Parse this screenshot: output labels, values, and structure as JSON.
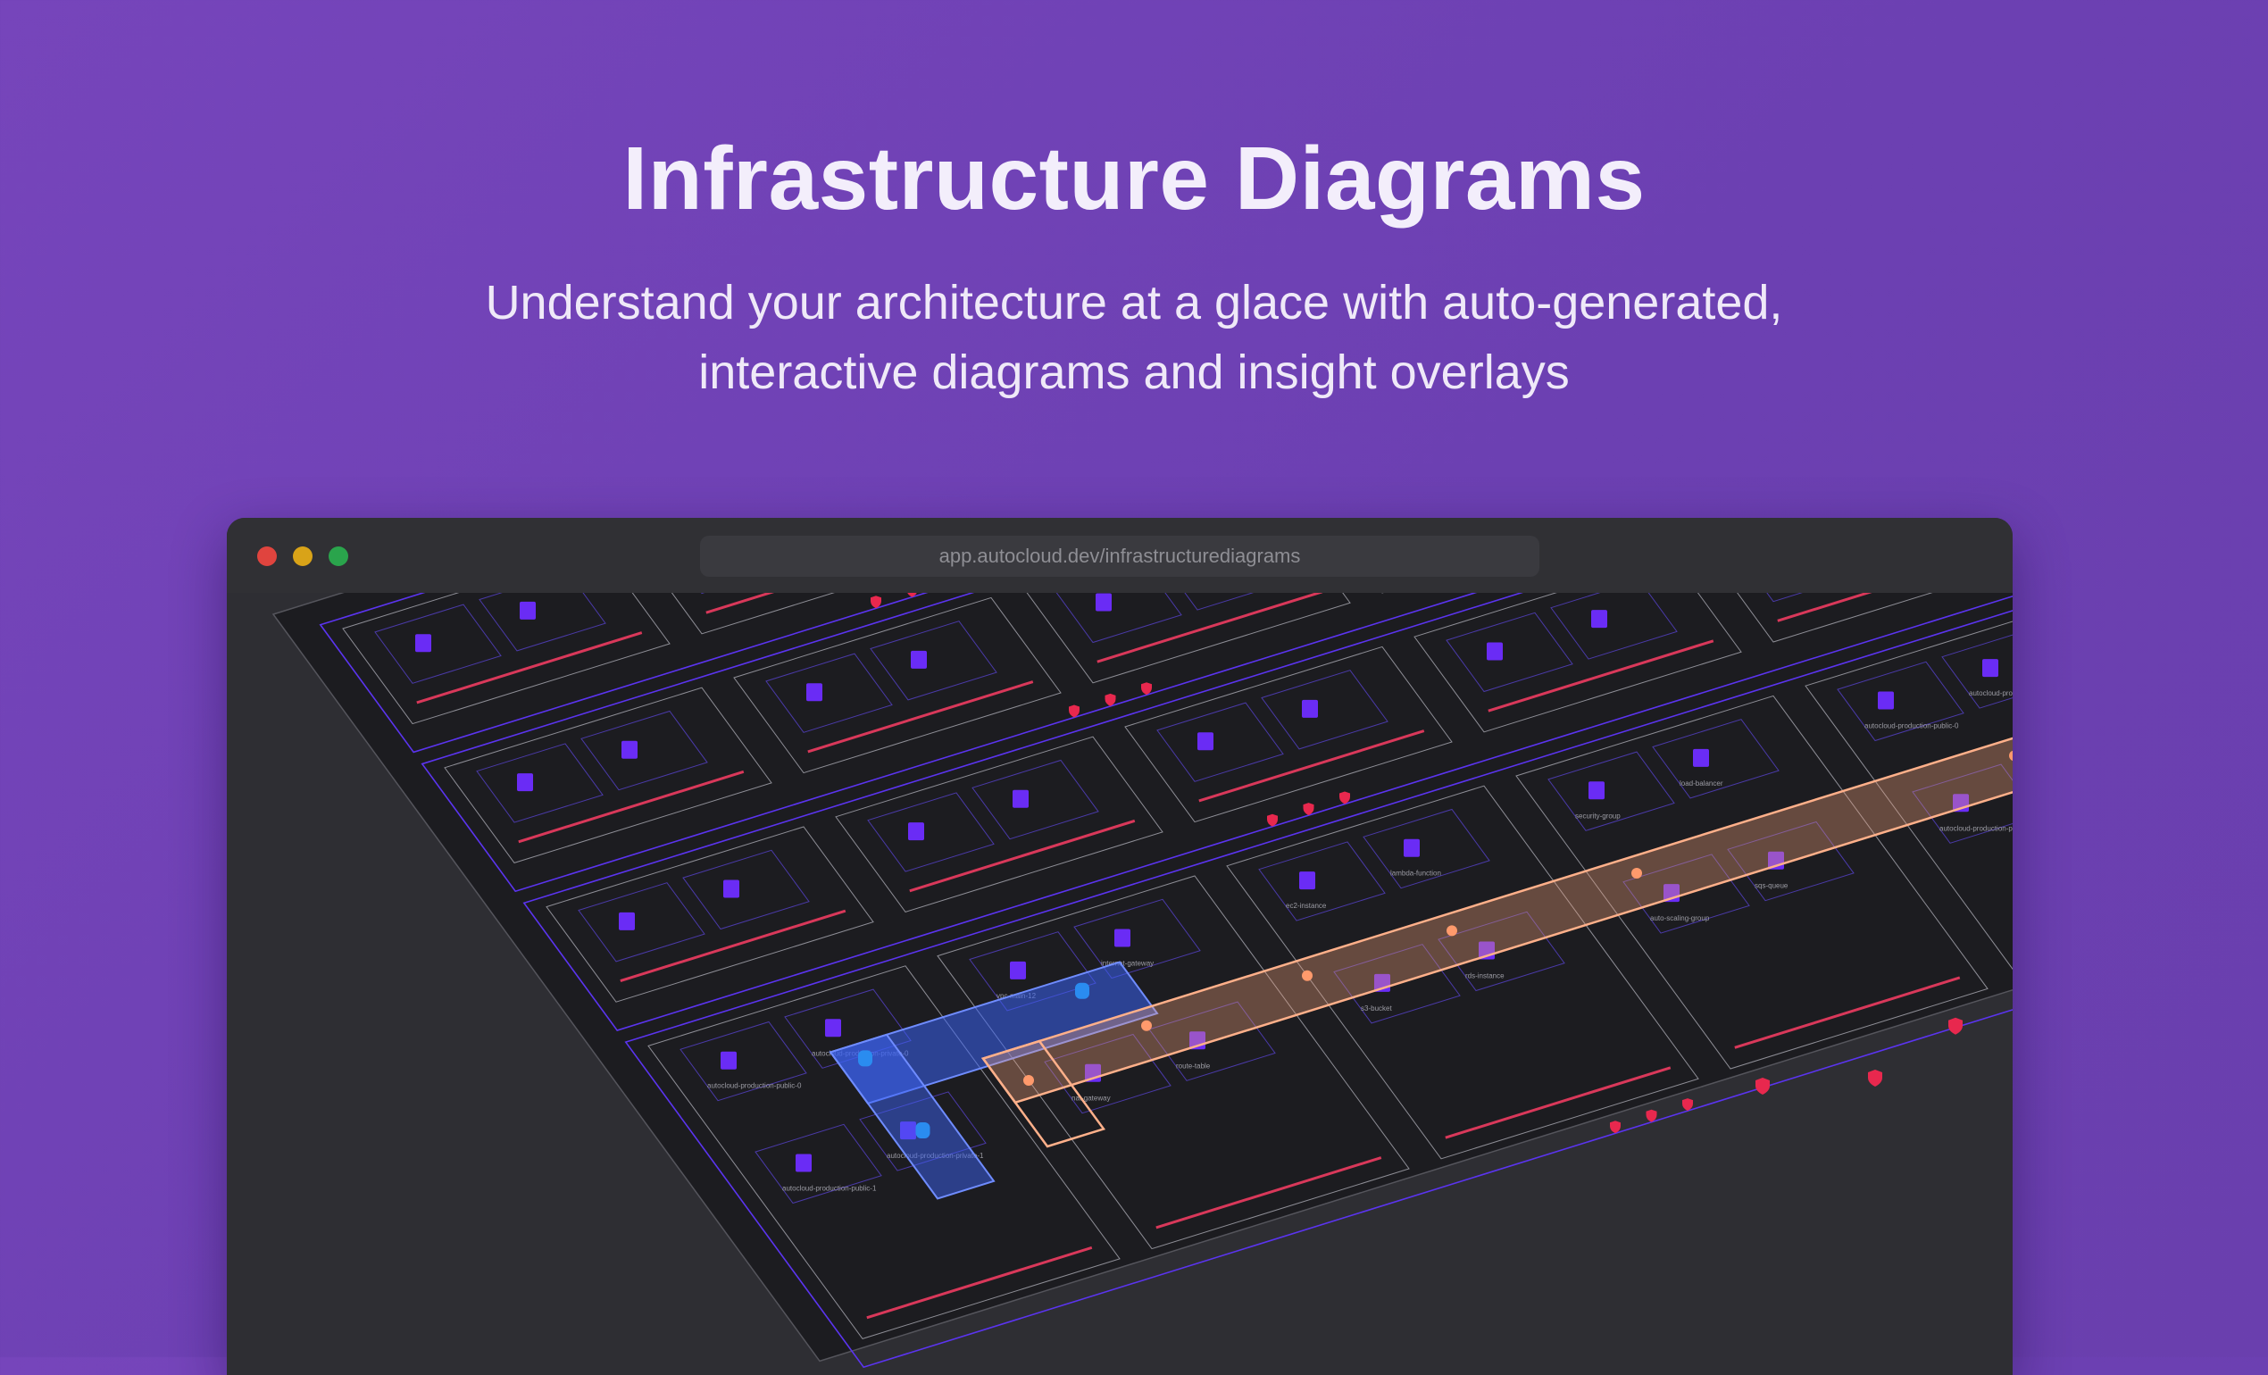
{
  "hero": {
    "title": "Infrastructure Diagrams",
    "subtitle": "Understand your architecture at a glace with auto-generated, interactive diagrams and insight overlays"
  },
  "browser": {
    "url": "app.autocloud.dev/infrastructurediagrams",
    "controls": [
      {
        "name": "close",
        "color": "#e0443e"
      },
      {
        "name": "minimize",
        "color": "#d9a318"
      },
      {
        "name": "maximize",
        "color": "#2aa44c"
      }
    ]
  },
  "diagram": {
    "colors": {
      "canvas": "#1c1c20",
      "region": "#5b34f0",
      "subnet": "#8e8e96",
      "resource": "#6a2cf5",
      "route": "#d9385a",
      "highlight_blue": "#3b62f2",
      "highlight_orange": "#f2a07a",
      "accent_pink": "#e23cdc",
      "accent_cyan": "#2a8cf0",
      "accent_red": "#e8284e"
    },
    "labels": [
      "autocloud-production-public-0",
      "autocloud-production-private-0",
      "autocloud-production-public-1",
      "autocloud-production-private-1",
      "vpc-main-12",
      "internet-gateway",
      "nat-gateway",
      "route-table",
      "ec2-instance",
      "lambda-function",
      "s3-bucket",
      "rds-instance",
      "security-group",
      "load-balancer",
      "auto-scaling-group",
      "sqs-queue"
    ]
  }
}
